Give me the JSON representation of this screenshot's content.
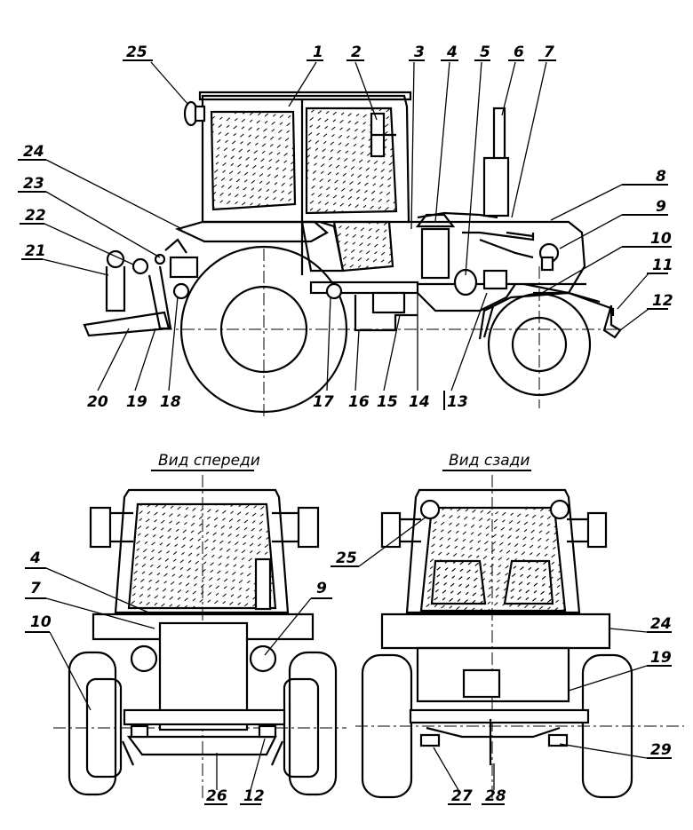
{
  "views": {
    "front_title": "Вид спереди",
    "rear_title": "Вид сзади"
  },
  "labels": [
    "1",
    "2",
    "3",
    "4",
    "5",
    "6",
    "7",
    "8",
    "9",
    "10",
    "11",
    "12",
    "13",
    "14",
    "15",
    "16",
    "17",
    "18",
    "19",
    "20",
    "21",
    "22",
    "23",
    "24",
    "25",
    "4",
    "7",
    "10",
    "9",
    "26",
    "12",
    "25",
    "24",
    "19",
    "29",
    "27",
    "28"
  ]
}
